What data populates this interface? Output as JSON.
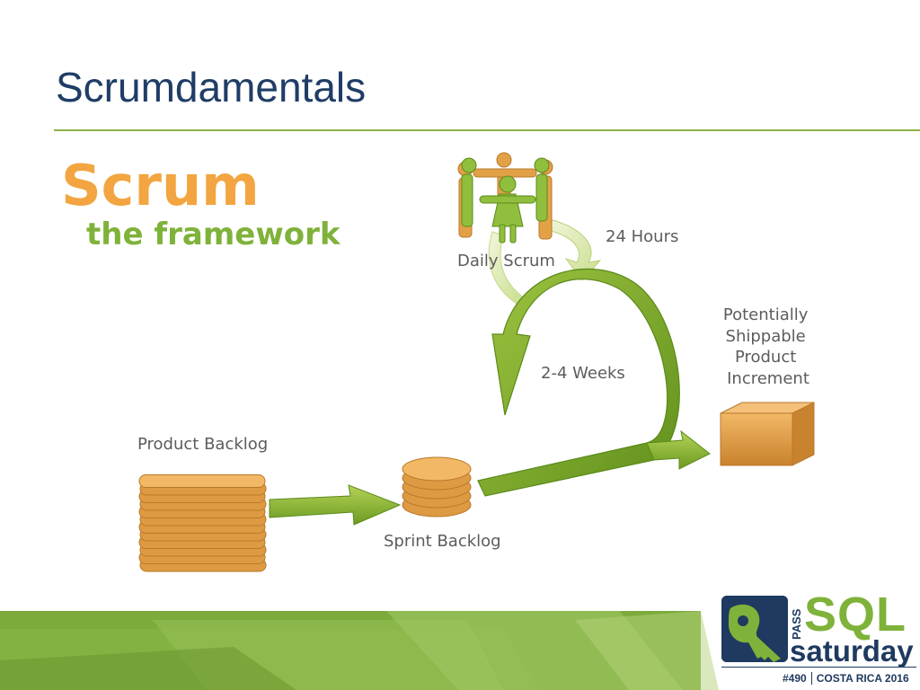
{
  "slide": {
    "title": "Scrumdamentals"
  },
  "diagram": {
    "heading_main": "Scrum",
    "heading_sub": "the framework",
    "label_24_hours": "24 Hours",
    "label_daily_scrum": "Daily Scrum",
    "label_increment": [
      "Potentially",
      "Shippable",
      "Product",
      "Increment"
    ],
    "label_weeks": "2-4 Weeks",
    "label_product_backlog": "Product Backlog",
    "label_sprint_backlog": "Sprint Backlog"
  },
  "logo": {
    "pass": "PASS",
    "sql": "SQL",
    "saturday": "saturday",
    "event_number": "#490",
    "event_location": "COSTA RICA 2016"
  },
  "colors": {
    "title": "#1f3d66",
    "accent_green": "#8db049",
    "orange": "#e5a04a",
    "logo_navy": "#1f3a60",
    "logo_green": "#7fb23a"
  }
}
